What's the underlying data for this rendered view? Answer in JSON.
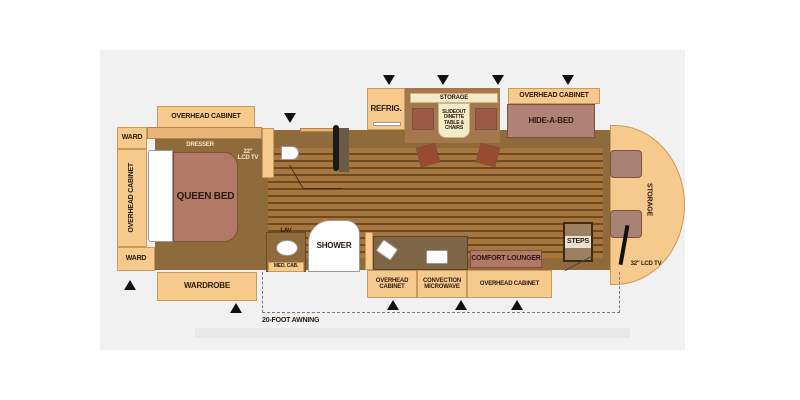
{
  "floorplan": {
    "rear": {
      "overhead_cabinet_top": "OVERHEAD CABINET",
      "ward_top": "WARD",
      "overhead_cabinet_side": "OVERHEAD CABINET",
      "ward_bottom": "WARD",
      "dresser": "DRESSER",
      "tv": "22\" LCD TV",
      "queen_bed": "QUEEN BED",
      "wardrobe": "WARDROBE"
    },
    "bath": {
      "lav": "LAV",
      "med_cab": "MED. CAB.",
      "shower": "SHOWER"
    },
    "mid": {
      "refrigerator": "REFRIG.",
      "storage_top": "STORAGE",
      "dinette": "SLIDEOUT DINETTE TABLE & CHAIRS",
      "overhead_cabinet_top": "OVERHEAD CABINET",
      "hide_a_bed": "HIDE-A-BED",
      "overhead_cabinet_kitchen": "OVERHEAD CABINET",
      "convection_microwave": "CONVECTION MICROWAVE",
      "overhead_cabinet_front": "OVERHEAD CABINET",
      "comfort_lounger": "COMFORT LOUNGER",
      "steps": "STEPS"
    },
    "front": {
      "storage": "STORAGE",
      "tv": "32\" LCD TV"
    },
    "awning": "20-FOOT AWNING"
  },
  "colors": {
    "cabinet": "#f6c98c",
    "floor": "#8f6a3a",
    "wood_stripe_light": "#a6763e",
    "wood_stripe_dark": "#6e4a22",
    "upholstery": "#b27a66",
    "panel_bg": "#f1f1f1"
  }
}
